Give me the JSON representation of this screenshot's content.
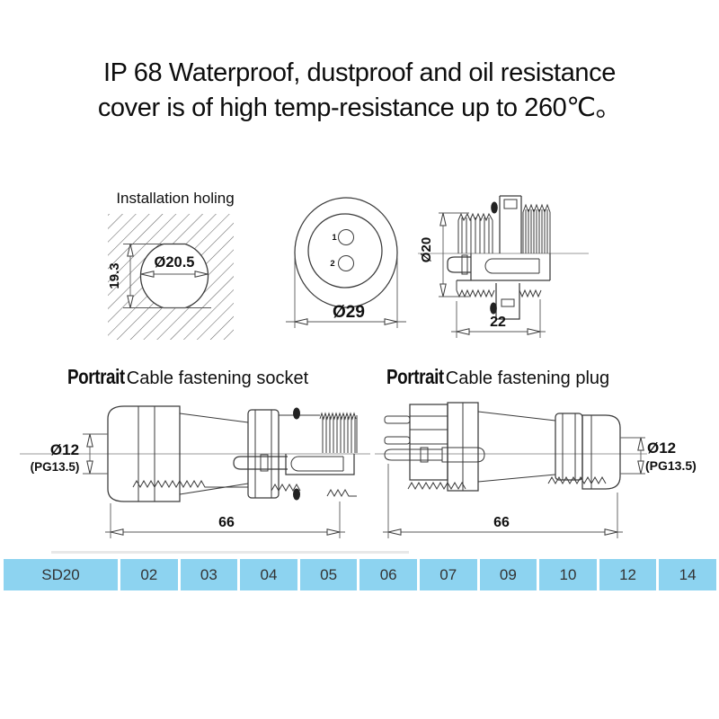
{
  "title": {
    "line1": "IP 68 Waterproof, dustproof and oil resistance",
    "line2": "cover is of high temp-resistance up to 260℃。"
  },
  "drawings": {
    "installation": {
      "label": "Installation holing",
      "hole_diameter": "Ø20.5",
      "flat_height": "19.3"
    },
    "front_view": {
      "pin1_label": "1",
      "pin2_label": "2",
      "outer_diameter": "Ø29"
    },
    "side_view": {
      "body_diameter": "Ø20",
      "body_length": "22"
    },
    "socket": {
      "heading_emphasis": "Portrait",
      "heading_text": "Cable fastening socket",
      "cable_diameter": "Ø12",
      "gland_thread": "(PG13.5)",
      "total_length": "66"
    },
    "plug": {
      "heading_emphasis": "Portrait",
      "heading_text": "Cable fastening plug",
      "cable_diameter": "Ø12",
      "gland_thread": "(PG13.5)",
      "total_length": "66"
    }
  },
  "table": {
    "cells": [
      "SD20",
      "02",
      "03",
      "04",
      "05",
      "06",
      "07",
      "09",
      "10",
      "12",
      "14"
    ],
    "cell_color": "#8dd3f0",
    "text_color": "#333333"
  },
  "colors": {
    "line": "#3a3a3a",
    "background": "#ffffff"
  }
}
